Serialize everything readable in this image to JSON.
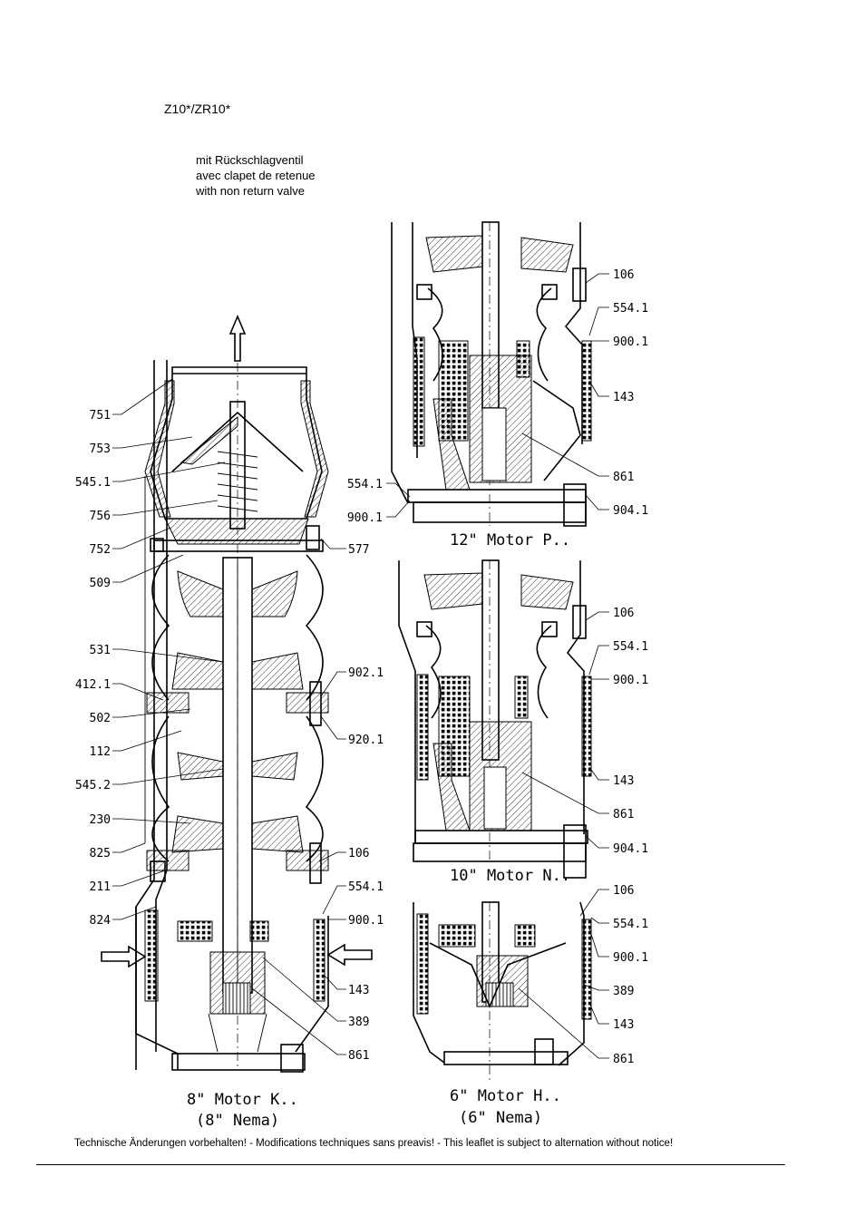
{
  "header": {
    "model": "Z10*/ZR10*",
    "valve_lines": [
      "mit Rückschlagventil",
      "avec clapet de retenue",
      "with non return valve"
    ]
  },
  "main_view": {
    "left_labels": [
      "751",
      "753",
      "545.1",
      "756",
      "752",
      "509",
      "531",
      "412.1",
      "502",
      "112",
      "545.2",
      "230",
      "825",
      "211",
      "824"
    ],
    "right_labels": [
      "577",
      "902.1",
      "920.1",
      "106",
      "554.1",
      "900.1",
      "143",
      "389",
      "861"
    ],
    "caption_line1": "8\" Motor K..",
    "caption_line2": "(8\" Nema)"
  },
  "view_12": {
    "left_labels": [
      "554.1",
      "900.1"
    ],
    "right_labels": [
      "106",
      "554.1",
      "900.1",
      "143",
      "861",
      "904.1"
    ],
    "caption": "12\" Motor P.."
  },
  "view_10": {
    "right_labels": [
      "106",
      "554.1",
      "900.1",
      "143",
      "861",
      "904.1"
    ],
    "caption": "10\" Motor N.."
  },
  "view_6": {
    "right_labels": [
      "106",
      "554.1",
      "900.1",
      "389",
      "143",
      "861"
    ],
    "caption_line1": "6\" Motor H..",
    "caption_line2": "(6\" Nema)"
  },
  "footer": {
    "notice": "Technische Änderungen vorbehalten! - Modifications techniques sans preavis! - This leaflet is subject to alternation without notice!"
  }
}
